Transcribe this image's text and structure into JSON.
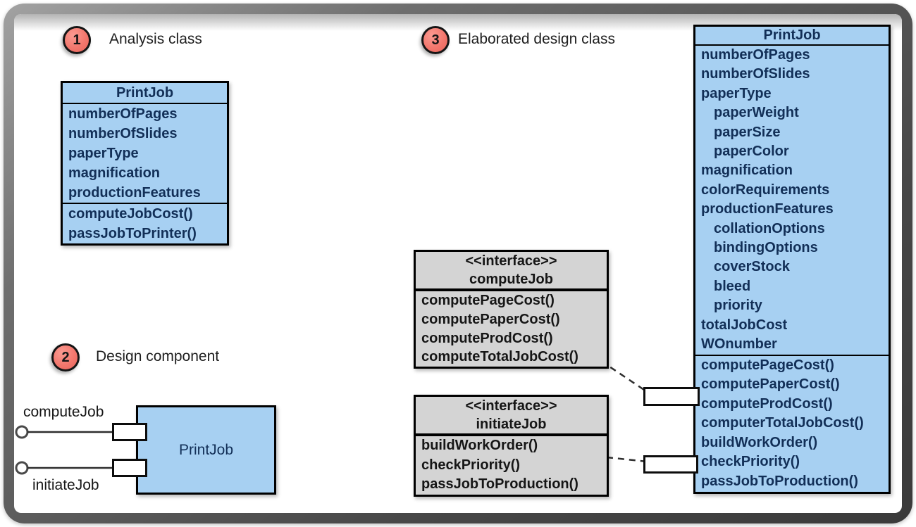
{
  "annotations": {
    "analysis": {
      "number": "1",
      "label": "Analysis class"
    },
    "component": {
      "number": "2",
      "label": "Design component"
    },
    "elaborated": {
      "number": "3",
      "label": "Elaborated design class"
    }
  },
  "analysis_class": {
    "title": "PrintJob",
    "attributes": [
      "numberOfPages",
      "numberOfSlides",
      "paperType",
      "magnification",
      "productionFeatures"
    ],
    "methods": [
      "computeJobCost()",
      "passJobToPrinter()"
    ]
  },
  "component": {
    "title": "PrintJob",
    "provided_interfaces": [
      {
        "label": "computeJob"
      },
      {
        "label": "initiateJob"
      }
    ]
  },
  "interfaces": [
    {
      "stereotype": "<<interface>>",
      "name": "computeJob",
      "methods": [
        "computePageCost()",
        "computePaperCost()",
        "computeProdCost()",
        "computeTotalJobCost()"
      ]
    },
    {
      "stereotype": "<<interface>>",
      "name": "initiateJob",
      "methods": [
        "buildWorkOrder()",
        "checkPriority()",
        "passJobToProduction()"
      ]
    }
  ],
  "elaborated_class": {
    "title": "PrintJob",
    "attributes": [
      {
        "text": "numberOfPages",
        "indent": false
      },
      {
        "text": "numberOfSlides",
        "indent": false
      },
      {
        "text": "paperType",
        "indent": false
      },
      {
        "text": "paperWeight",
        "indent": true
      },
      {
        "text": "paperSize",
        "indent": true
      },
      {
        "text": "paperColor",
        "indent": true
      },
      {
        "text": "magnification",
        "indent": false
      },
      {
        "text": "colorRequirements",
        "indent": false
      },
      {
        "text": "productionFeatures",
        "indent": false
      },
      {
        "text": "collationOptions",
        "indent": true
      },
      {
        "text": "bindingOptions",
        "indent": true
      },
      {
        "text": "coverStock",
        "indent": true
      },
      {
        "text": "bleed",
        "indent": true
      },
      {
        "text": "priority",
        "indent": true
      },
      {
        "text": "totalJobCost",
        "indent": false
      },
      {
        "text": "WOnumber",
        "indent": false
      }
    ],
    "methods": [
      "computePageCost()",
      "computePaperCost()",
      "computeProdCost()",
      "computerTotalJobCost()",
      "buildWorkOrder()",
      "checkPriority()",
      "passJobToProduction()"
    ]
  },
  "colors": {
    "class_fill": "#a7d0f2",
    "class_text": "#122f57",
    "interface_fill": "#d4d4d4",
    "badge_fill": "#f3776d",
    "frame": "#474747",
    "connector": "#2e2e2e"
  }
}
